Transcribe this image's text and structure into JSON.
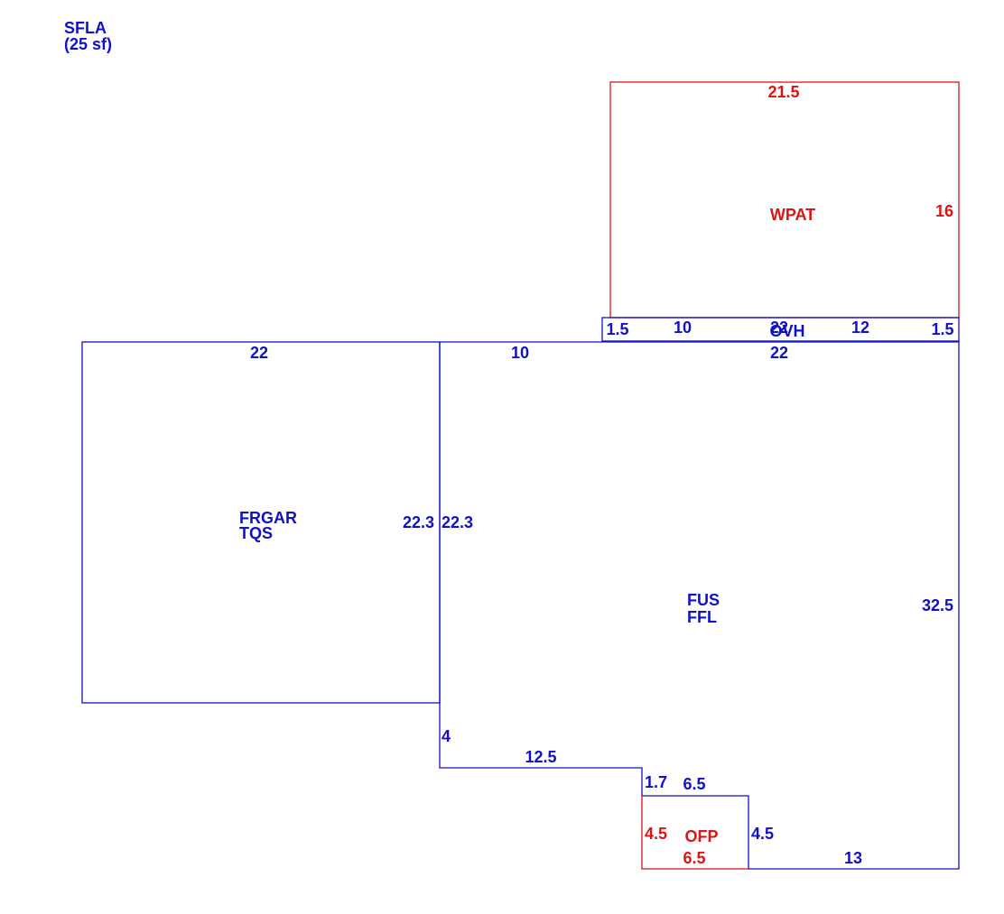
{
  "header": {
    "line1": "SFLA",
    "line2": "(25 sf)"
  },
  "colors": {
    "blue": "#1010c8",
    "red": "#dc1414",
    "background": "#ffffff"
  },
  "areas": {
    "wpat": {
      "code": "WPAT",
      "top": "21.5",
      "right": "16"
    },
    "ovh": {
      "code": "OVH",
      "left": "1.5",
      "seg1": "10",
      "mid": "22",
      "seg2": "12",
      "right": "1.5"
    },
    "frgar": {
      "line1": "FRGAR",
      "line2": "TQS",
      "top": "22",
      "right": "22.3"
    },
    "fus": {
      "line1": "FUS",
      "line2": "FFL",
      "top_left": "10",
      "top": "22",
      "left": "22.3",
      "right": "32.5",
      "step_vert": "4",
      "step_horz": "12.5",
      "step_small": "1.7",
      "bottom": "13",
      "porch_side": "4.5",
      "porch_top": "6.5"
    },
    "ofp": {
      "code": "OFP",
      "left": "4.5",
      "bottom": "6.5"
    }
  }
}
